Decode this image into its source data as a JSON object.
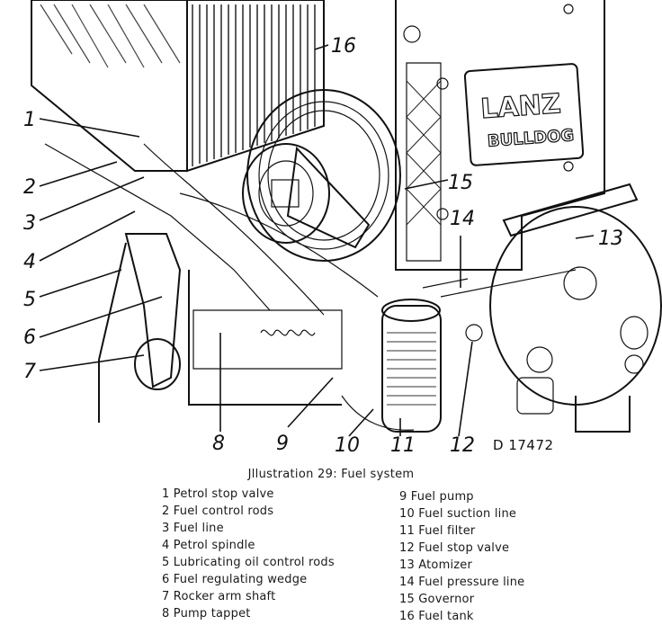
{
  "logo": {
    "line1": "LANZ",
    "line2": "BULLDOG"
  },
  "drawing_code": "D 17472",
  "callouts": [
    "1",
    "2",
    "3",
    "4",
    "5",
    "6",
    "7",
    "8",
    "9",
    "10",
    "11",
    "12",
    "13",
    "14",
    "15",
    "16"
  ],
  "caption": "Jllustration 29: Fuel system",
  "legend_left": [
    "1 Petrol stop valve",
    "2 Fuel control rods",
    "3 Fuel line",
    "4 Petrol spindle",
    "5 Lubricating oil control rods",
    "6 Fuel regulating wedge",
    "7 Rocker arm shaft",
    "8 Pump tappet"
  ],
  "legend_right": [
    "9 Fuel pump",
    "10 Fuel suction line",
    "11 Fuel filter",
    "12 Fuel stop valve",
    "13 Atomizer",
    "14 Fuel pressure line",
    "15 Governor",
    "16 Fuel tank"
  ]
}
